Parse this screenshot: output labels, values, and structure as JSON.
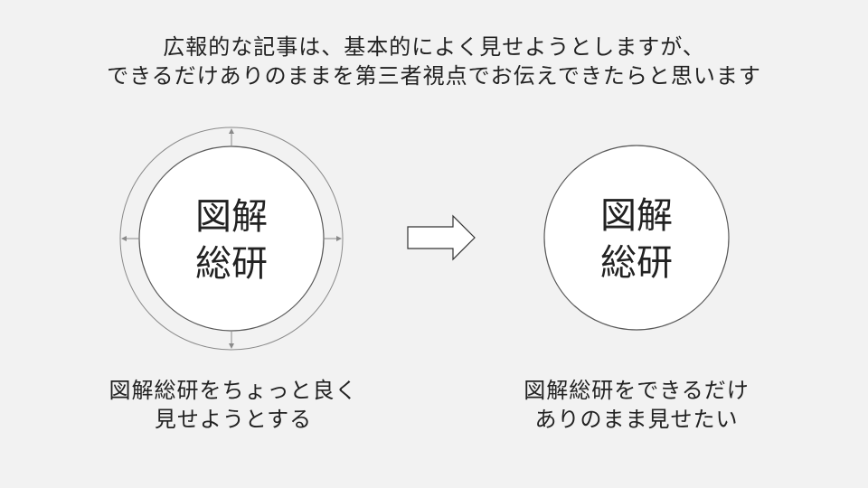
{
  "header": {
    "line1": "広報的な記事は、基本的によく見せようとしますが、",
    "line2": "できるだけありのままを第三者視点でお伝えできたらと思います"
  },
  "left": {
    "circle_line1": "図解",
    "circle_line2": "総研",
    "caption_line1": "図解総研をちょっと良く",
    "caption_line2": "見せようとする"
  },
  "right": {
    "circle_line1": "図解",
    "circle_line2": "総研",
    "caption_line1": "図解総研をできるだけ",
    "caption_line2": "ありのまま見せたい"
  },
  "colors": {
    "background": "#f2f2f2",
    "circle_fill": "#ffffff",
    "stroke": "#595959",
    "text": "#222222"
  },
  "icons": {
    "transition": "right-arrow-icon",
    "expansion": "outward-arrow-icon"
  }
}
